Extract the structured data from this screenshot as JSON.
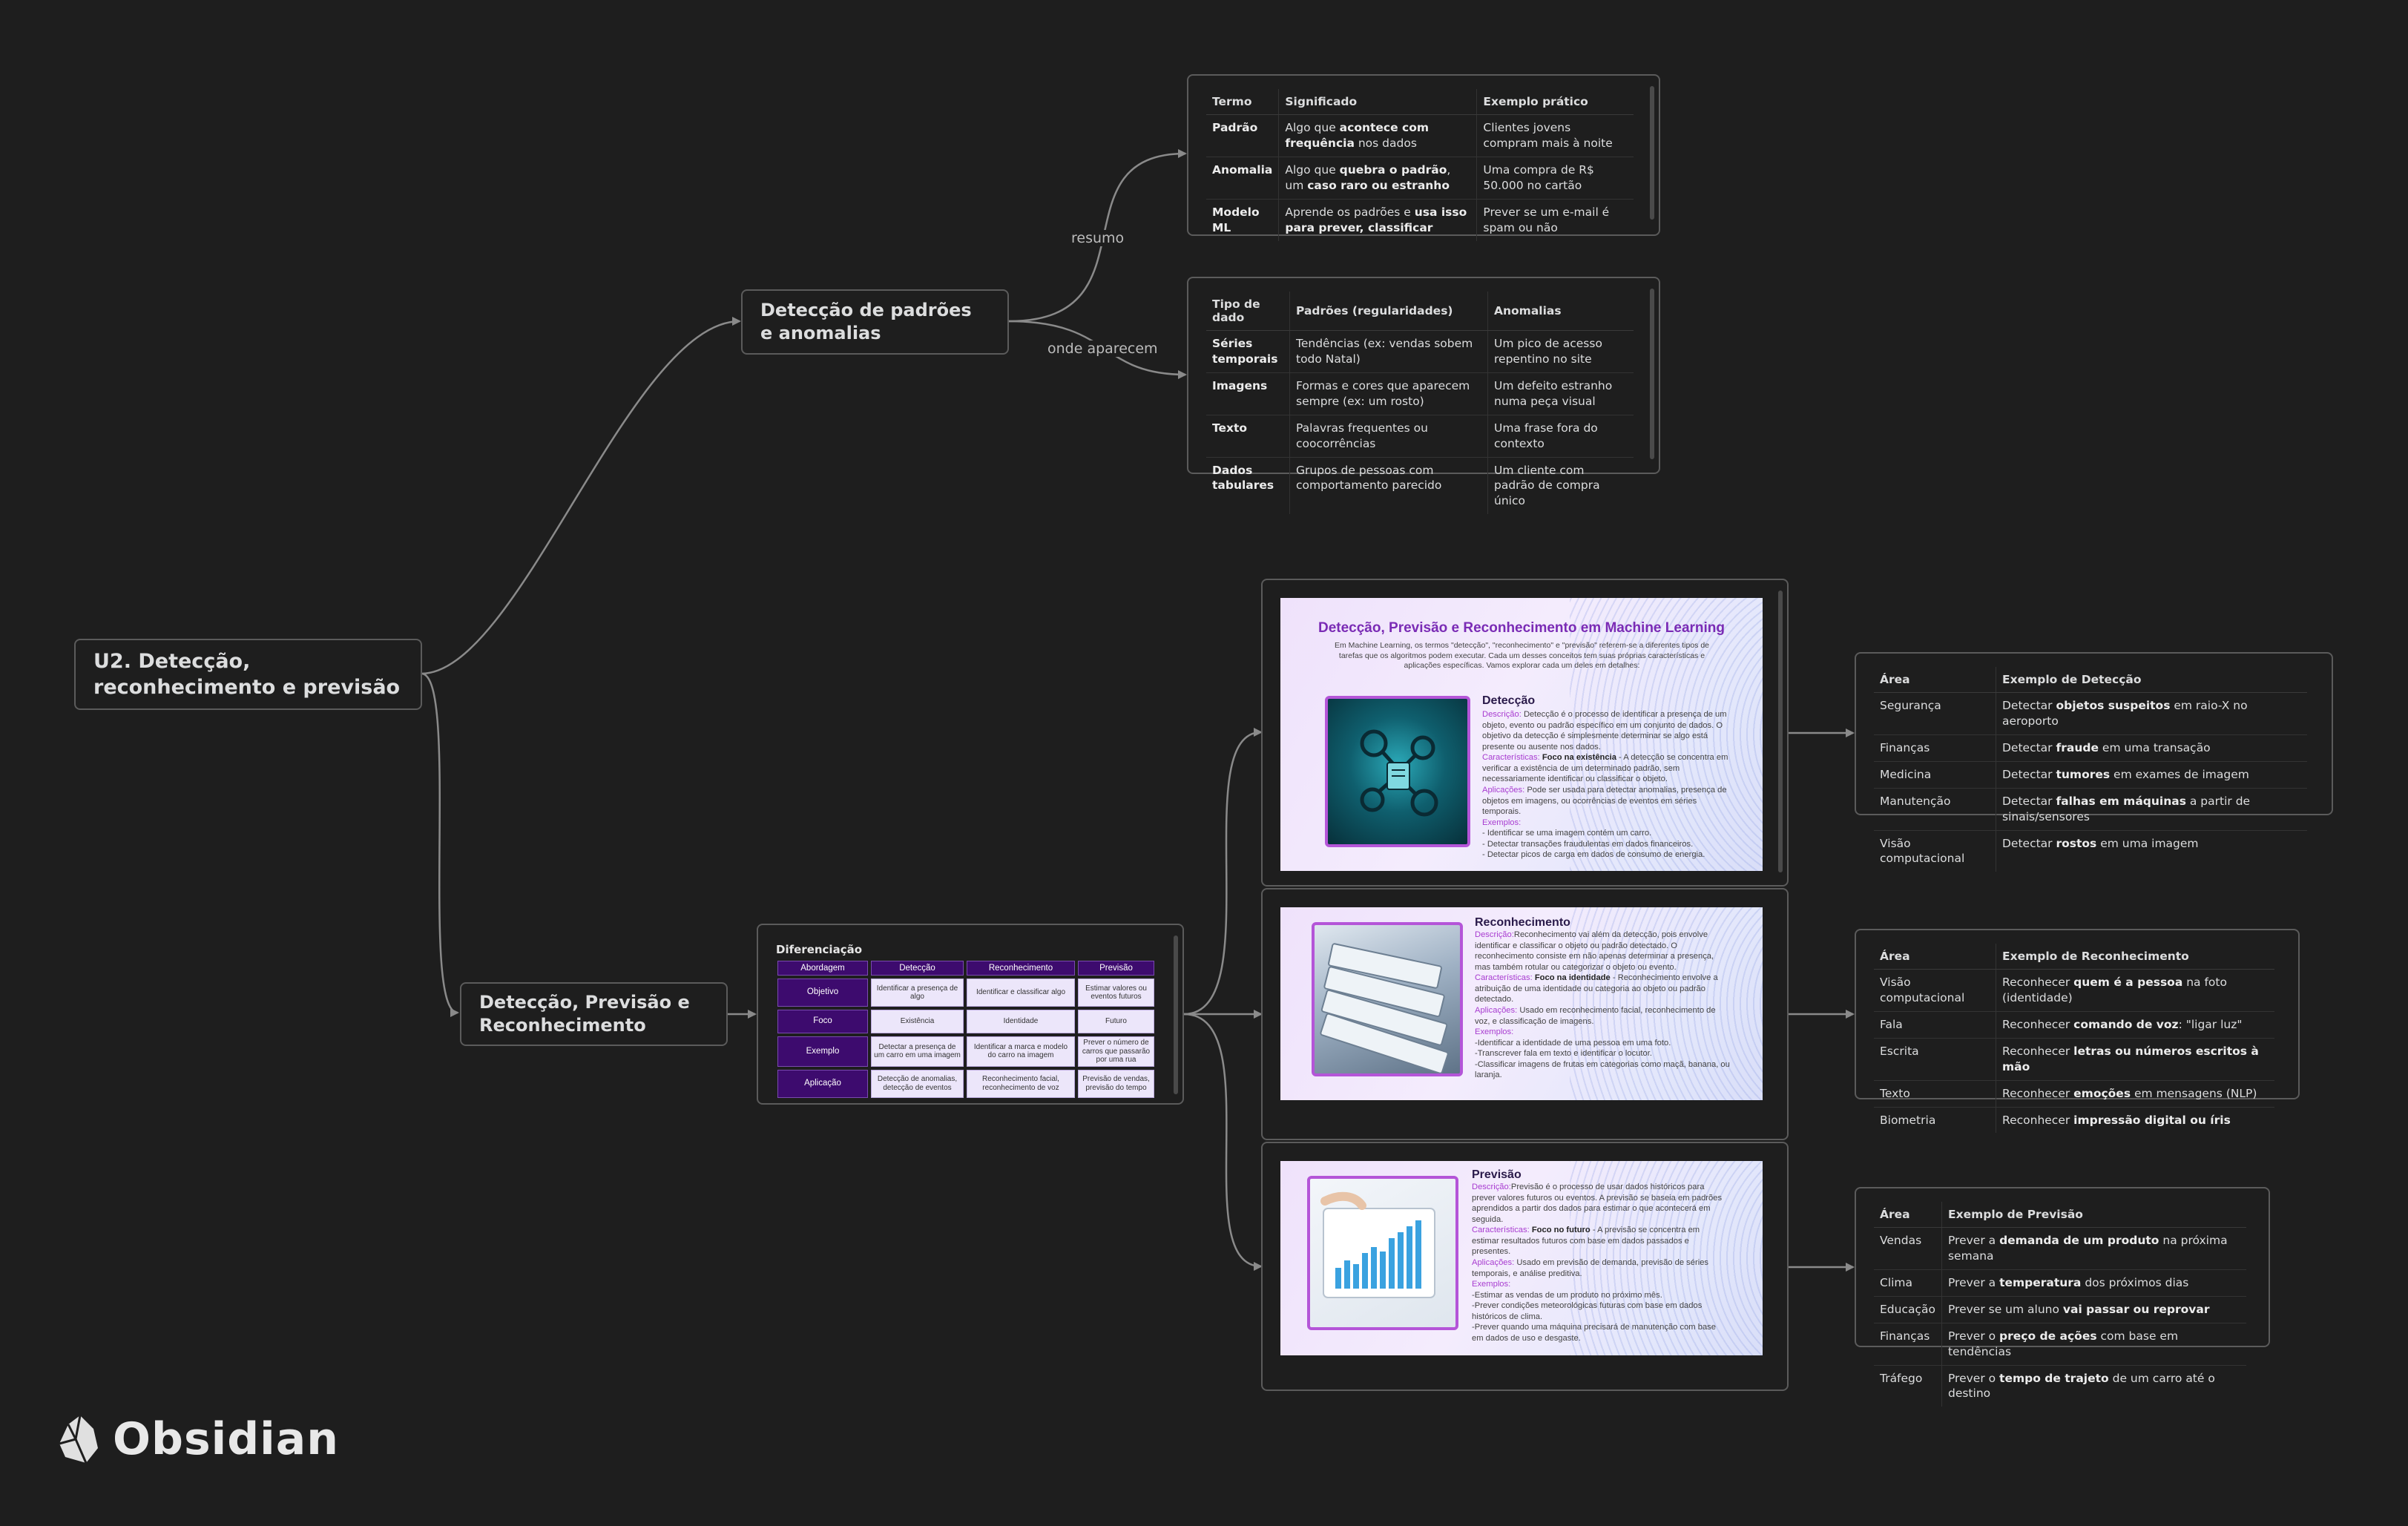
{
  "colors": {
    "background": "#1e1e1e",
    "node_border": "#5b5b5b",
    "edge": "#8a8a8a",
    "accent_purple": "#7a2bb5"
  },
  "root": {
    "label": "U2. Detecção, reconhecimento e previsão"
  },
  "branch_patterns": {
    "label": "Detecção de padrões e anomalias"
  },
  "branch_dpr": {
    "label": "Detecção, Previsão e Reconhecimento"
  },
  "edge_labels": {
    "resumo": "resumo",
    "onde": "onde aparecem"
  },
  "table_resumo": {
    "headers": [
      "Termo",
      "Significado",
      "Exemplo prático"
    ],
    "rows": [
      {
        "term": "Padrão",
        "meaning_pre": "Algo que ",
        "meaning_bold": "acontece com frequência",
        "meaning_post": " nos dados",
        "meaning_bold2": "",
        "example": "Clientes jovens compram mais à noite"
      },
      {
        "term": "Anomalia",
        "meaning_pre": "Algo que ",
        "meaning_bold": "quebra o padrão",
        "meaning_post": ", um ",
        "meaning_bold2": "caso raro ou estranho",
        "example": "Uma compra de R$ 50.000 no cartão"
      },
      {
        "term": "Modelo ML",
        "meaning_pre": "Aprende os padrões e ",
        "meaning_bold": "usa isso para prever, classificar",
        "meaning_post": "",
        "meaning_bold2": "",
        "example": "Prever se um e-mail é spam ou não"
      }
    ]
  },
  "table_onde": {
    "headers": [
      "Tipo de dado",
      "Padrões (regularidades)",
      "Anomalias"
    ],
    "rows": [
      {
        "type": "Séries temporais",
        "pattern": "Tendências (ex: vendas sobem todo Natal)",
        "anomaly": "Um pico de acesso repentino no site"
      },
      {
        "type": "Imagens",
        "pattern": "Formas e cores que aparecem sempre (ex: um rosto)",
        "anomaly": "Um defeito estranho numa peça visual"
      },
      {
        "type": "Texto",
        "pattern": "Palavras frequentes ou coocorrências",
        "anomaly": "Uma frase fora do contexto"
      },
      {
        "type": "Dados tabulares",
        "pattern": "Grupos de pessoas com comportamento parecido",
        "anomaly": "Um cliente com padrão de compra único"
      }
    ]
  },
  "diff": {
    "title": "Diferenciação",
    "headers": [
      "Abordagem",
      "Detecção",
      "Reconhecimento",
      "Previsão"
    ],
    "rows": [
      {
        "label": "Objetivo",
        "c1": "Identificar a presença de algo",
        "c2": "Identificar e classificar algo",
        "c3": "Estimar valores ou eventos futuros"
      },
      {
        "label": "Foco",
        "c1": "Existência",
        "c2": "Identidade",
        "c3": "Futuro"
      },
      {
        "label": "Exemplo",
        "c1": "Detectar a presença de um carro em uma imagem",
        "c2": "Identificar a marca e modelo do carro na imagem",
        "c3": "Prever o número de carros que passarão por uma rua"
      },
      {
        "label": "Aplicação",
        "c1": "Detecção de anomalias, detecção de eventos",
        "c2": "Reconhecimento facial, reconhecimento de voz",
        "c3": "Previsão de vendas, previsão do tempo"
      }
    ]
  },
  "slide1": {
    "title": "Detecção, Previsão e Reconhecimento em Machine Learning",
    "intro": "Em Machine Learning, os termos \"detecção\", \"reconhecimento\" e \"previsão\" referem-se a diferentes tipos de tarefas que os algoritmos podem executar. Cada um desses conceitos tem suas próprias características e aplicações específicas. Vamos explorar cada um deles em detalhes:",
    "heading": "Detecção",
    "desc_label": "Descrição: ",
    "desc": "Detecção é o processo de identificar a presença de um objeto, evento ou padrão específico em um conjunto de dados. O objetivo da detecção é simplesmente determinar se algo está presente ou ausente nos dados.",
    "car_label": "Características: ",
    "car_bold": "Foco na existência",
    "car": " - A detecção se concentra em verificar a existência de um determinado padrão, sem necessariamente identificar ou classificar o objeto.",
    "app_label": "Aplicações: ",
    "app": "Pode ser usada para detectar anomalias, presença de objetos em imagens, ou ocorrências de eventos em séries temporais.",
    "ex_label": "Exemplos:",
    "examples": [
      "- Identificar se uma imagem contém um carro.",
      "- Detectar transações fraudulentas em dados financeiros.",
      "- Detectar picos de carga em dados de consumo de energia."
    ]
  },
  "slide2": {
    "heading": "Reconhecimento",
    "desc_label": "Descrição:",
    "desc": "Reconhecimento vai além da detecção, pois envolve identificar e classificar o objeto ou padrão detectado. O reconhecimento consiste em não apenas determinar a presença, mas também rotular ou categorizar o objeto ou evento.",
    "car_label": "Características: ",
    "car_bold": "Foco na identidade",
    "car": " - Reconhecimento envolve a atribuição de uma identidade ou categoria ao objeto ou padrão detectado.",
    "app_label": "Aplicações: ",
    "app": "Usado em reconhecimento facial, reconhecimento de voz, e classificação de imagens.",
    "ex_label": "Exemplos:",
    "examples": [
      "-Identificar a identidade de uma pessoa em uma foto.",
      "-Transcrever fala em texto e identificar o locutor.",
      "-Classificar imagens de frutas em categorias como maçã, banana, ou laranja."
    ]
  },
  "slide3": {
    "heading": "Previsão",
    "desc_label": "Descrição:",
    "desc": "Previsão é o processo de usar dados históricos para prever valores futuros ou eventos. A previsão se baseia em padrões aprendidos a partir dos dados para estimar o que acontecerá em seguida.",
    "car_label": "Características: ",
    "car_bold": "Foco no futuro",
    "car": " - A previsão se concentra em estimar resultados futuros com base em dados passados e presentes.",
    "app_label": "Aplicações: ",
    "app": "Usado em previsão de demanda, previsão de séries temporais, e análise preditiva.",
    "ex_label": "Exemplos:",
    "examples": [
      "-Estimar as vendas de um produto no próximo mês.",
      "-Prever condições meteorológicas futuras com base em dados históricos de clima.",
      "-Prever quando uma máquina precisará de manutenção com base em dados de uso e desgaste."
    ]
  },
  "table_det": {
    "headers": [
      "Área",
      "Exemplo de Detecção"
    ],
    "rows": [
      {
        "area": "Segurança",
        "pre": "Detectar ",
        "bold": "objetos suspeitos",
        "post": " em raio-X no aeroporto"
      },
      {
        "area": "Finanças",
        "pre": "Detectar ",
        "bold": "fraude",
        "post": " em uma transação"
      },
      {
        "area": "Medicina",
        "pre": "Detectar ",
        "bold": "tumores",
        "post": " em exames de imagem"
      },
      {
        "area": "Manutenção",
        "pre": "Detectar ",
        "bold": "falhas em máquinas",
        "post": " a partir de sinais/sensores"
      },
      {
        "area": "Visão computacional",
        "pre": "Detectar ",
        "bold": "rostos",
        "post": " em uma imagem"
      }
    ]
  },
  "table_rec": {
    "headers": [
      "Área",
      "Exemplo de Reconhecimento"
    ],
    "rows": [
      {
        "area": "Visão computacional",
        "pre": "Reconhecer ",
        "bold": "quem é a pessoa",
        "post": " na foto (identidade)"
      },
      {
        "area": "Fala",
        "pre": "Reconhecer ",
        "bold": "comando de voz",
        "post": ": \"ligar luz\""
      },
      {
        "area": "Escrita",
        "pre": "Reconhecer ",
        "bold": "letras ou números escritos à mão",
        "post": ""
      },
      {
        "area": "Texto",
        "pre": "Reconhecer ",
        "bold": "emoções",
        "post": " em mensagens (NLP)"
      },
      {
        "area": "Biometria",
        "pre": "Reconhecer ",
        "bold": "impressão digital ou íris",
        "post": ""
      }
    ]
  },
  "table_prev": {
    "headers": [
      "Área",
      "Exemplo de Previsão"
    ],
    "rows": [
      {
        "area": "Vendas",
        "pre": "Prever a ",
        "bold": "demanda de um produto",
        "post": " na próxima semana"
      },
      {
        "area": "Clima",
        "pre": "Prever a ",
        "bold": "temperatura",
        "post": " dos próximos dias"
      },
      {
        "area": "Educação",
        "pre": "Prever se um aluno ",
        "bold": "vai passar ou reprovar",
        "post": ""
      },
      {
        "area": "Finanças",
        "pre": "Prever o ",
        "bold": "preço de ações",
        "post": " com base em tendências"
      },
      {
        "area": "Tráfego",
        "pre": "Prever o ",
        "bold": "tempo de trajeto",
        "post": " de um carro até o destino"
      }
    ]
  },
  "logo": {
    "text": "Obsidian",
    "icon": "obsidian-logo-icon"
  }
}
